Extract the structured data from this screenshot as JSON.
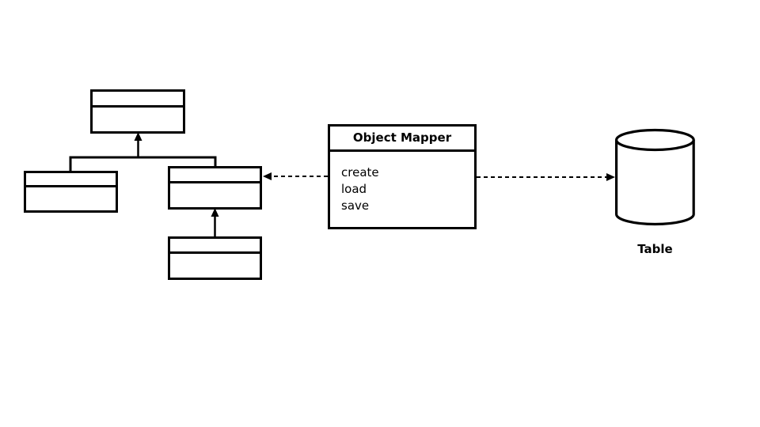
{
  "diagram": {
    "object_mapper": {
      "title": "Object Mapper",
      "methods": [
        "create",
        "load",
        "save"
      ]
    },
    "database": {
      "label": "Table"
    },
    "class_hierarchy": {
      "parent_class_label": "",
      "left_child_label": "",
      "right_child_label": "",
      "grandchild_label": ""
    },
    "colors": {
      "stroke": "#000000",
      "background": "#ffffff",
      "box_fill": "#ffffff"
    }
  }
}
